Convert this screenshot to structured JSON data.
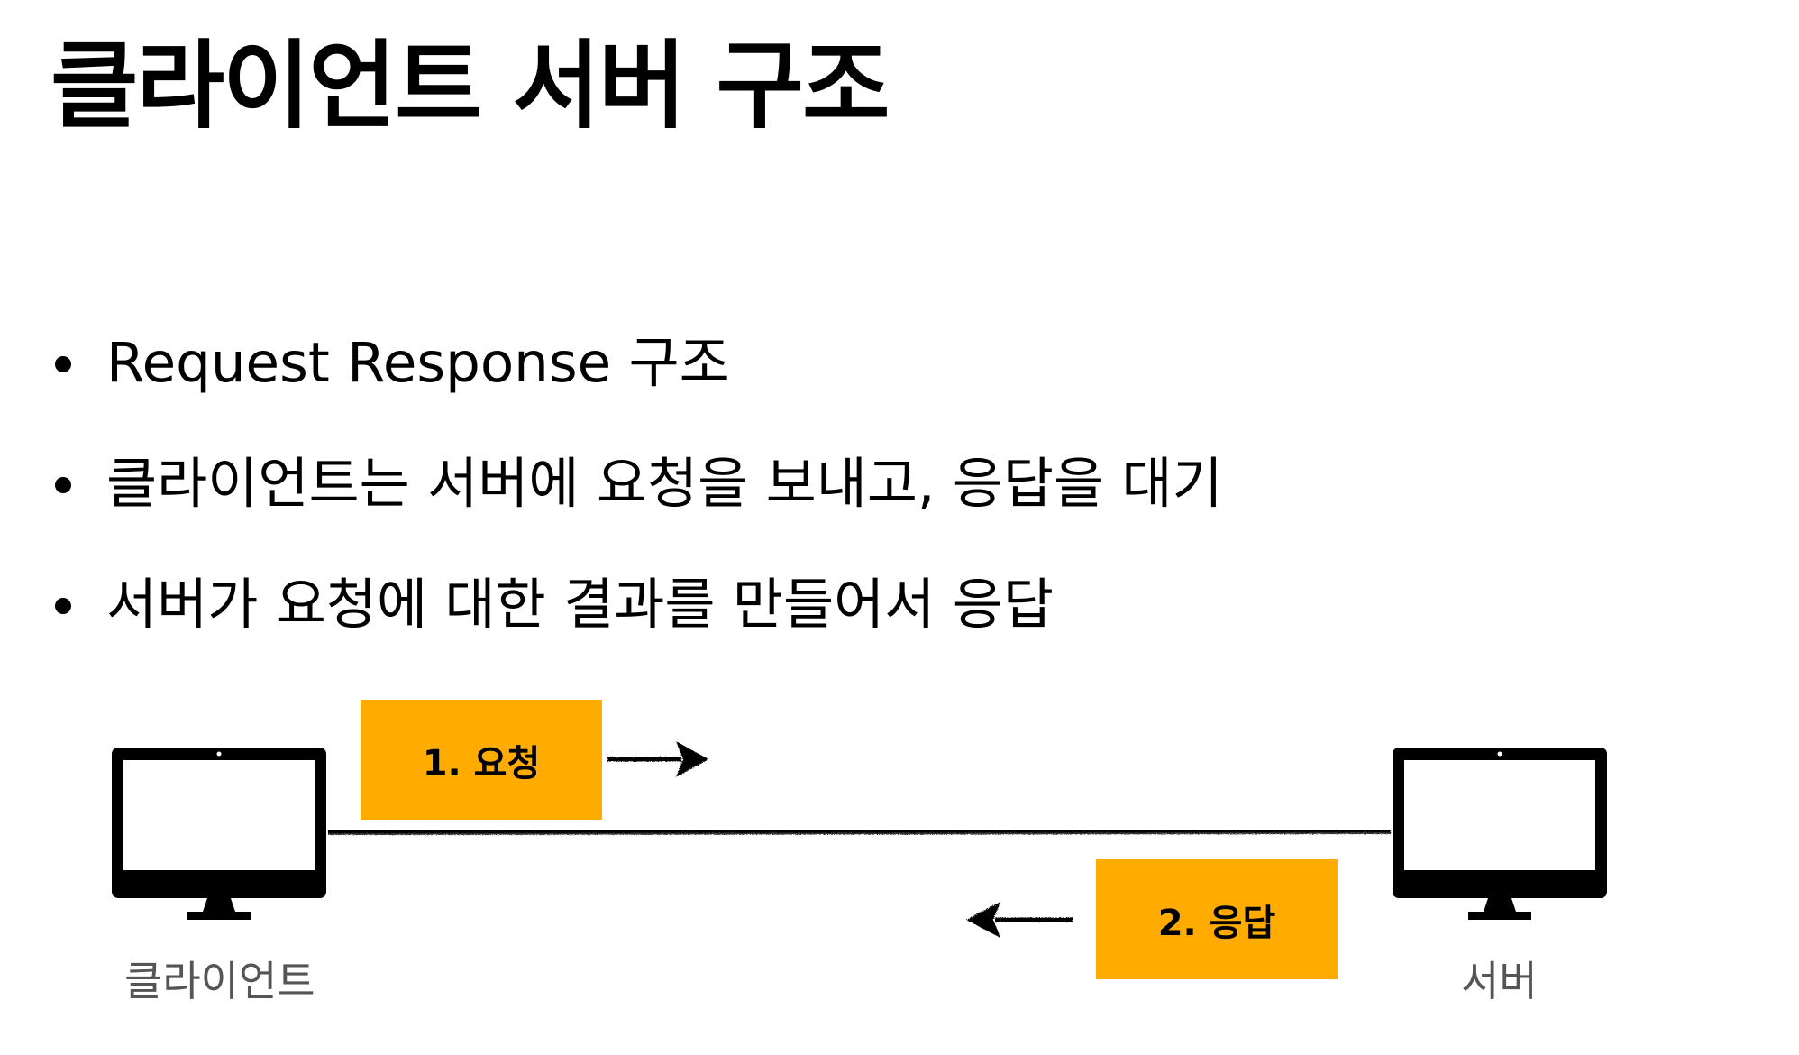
{
  "slide": {
    "title": "클라이언트 서버 구조",
    "bullets": [
      "Request Response 구조",
      "클라이언트는 서버에 요청을 보내고, 응답을 대기",
      "서버가 요청에 대한 결과를 만들어서 응답"
    ]
  },
  "diagram": {
    "client_label": "클라이언트",
    "server_label": "서버",
    "request_label": "1. 요청",
    "response_label": "2. 응답",
    "box_color": "#FFAB00",
    "icons": {
      "client": "monitor-icon",
      "server": "monitor-icon",
      "request_arrow": "arrow-right-icon",
      "response_arrow": "arrow-left-icon"
    }
  }
}
